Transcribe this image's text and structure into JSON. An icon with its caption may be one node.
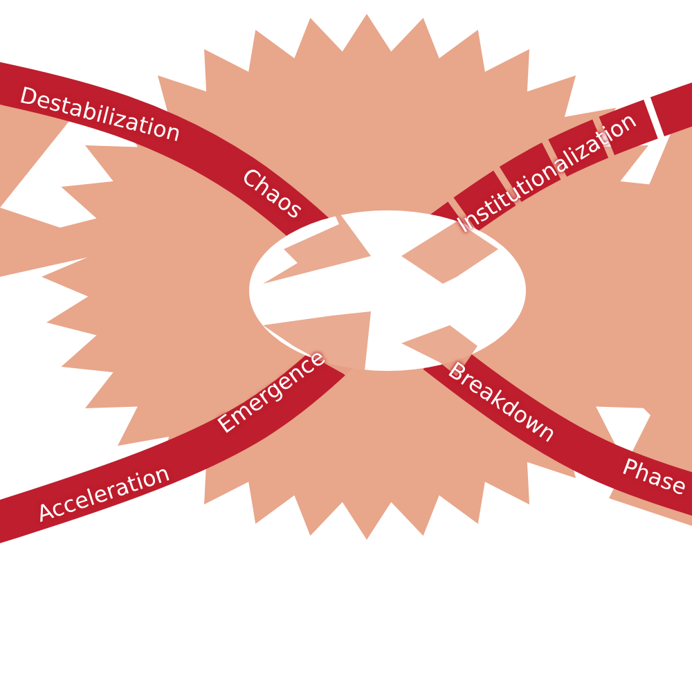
{
  "diagram": {
    "labels": [
      "Destabilization",
      "Chaos",
      "Institutionalization",
      "Emergence",
      "Breakdown",
      "Acceleration",
      "Phase"
    ]
  }
}
